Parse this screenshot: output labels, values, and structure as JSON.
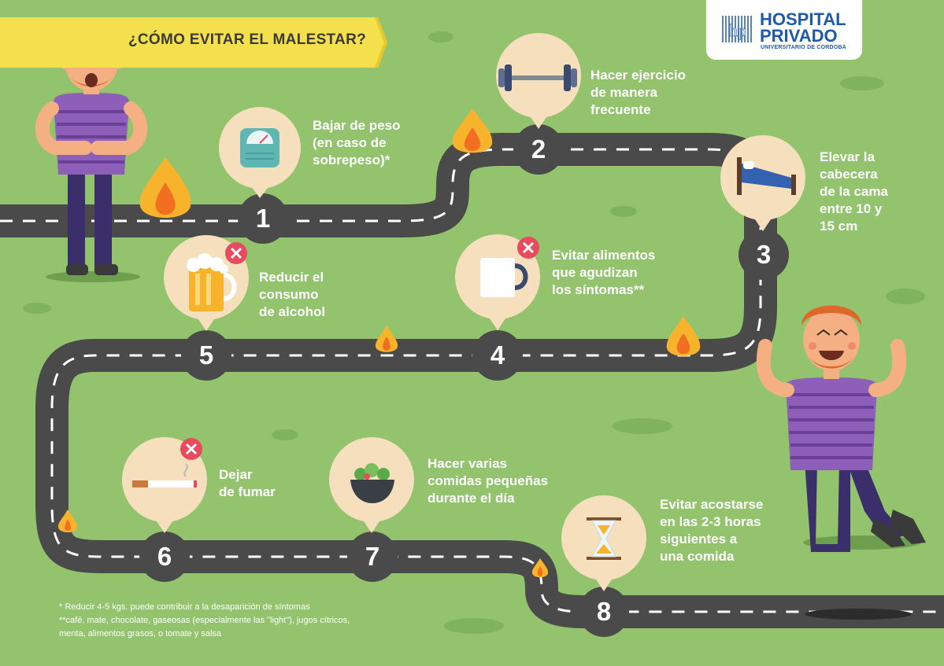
{
  "header": {
    "title": "¿CÓMO EVITAR EL MALESTAR?",
    "banner_color": "#f4e04d"
  },
  "logo": {
    "mark": "hp",
    "line1": "HOSPITAL",
    "line2": "PRIVADO",
    "line3": "UNIVERSITARIO DE CORDOBA",
    "color": "#1d5ba8"
  },
  "colors": {
    "background": "#93c36d",
    "road": "#4a4a4a",
    "bubble": "#f6dfbd",
    "flame": "#f7b32b",
    "cross": "#e84a5f"
  },
  "steps": [
    {
      "number": "1",
      "lines": [
        "Bajar de peso",
        "(en caso de",
        "sobrepeso)*"
      ],
      "icon": "scale-icon"
    },
    {
      "number": "2",
      "lines": [
        "Hacer ejercicio",
        "de manera",
        "frecuente"
      ],
      "icon": "dumbbell-icon"
    },
    {
      "number": "3",
      "lines": [
        "Elevar la",
        "cabecera",
        "de la cama",
        "entre 10 y",
        "15 cm"
      ],
      "icon": "bed-icon"
    },
    {
      "number": "4",
      "lines": [
        "Evitar alimentos",
        "que agudizan",
        "los síntomas**"
      ],
      "icon": "mug-icon"
    },
    {
      "number": "5",
      "lines": [
        "Reducir el",
        "consumo",
        "de alcohol"
      ],
      "icon": "beer-icon"
    },
    {
      "number": "6",
      "lines": [
        "Dejar",
        "de fumar"
      ],
      "icon": "cigarette-icon"
    },
    {
      "number": "7",
      "lines": [
        "Hacer varias",
        "comidas pequeñas",
        "durante el día"
      ],
      "icon": "salad-bowl-icon"
    },
    {
      "number": "8",
      "lines": [
        "Evitar acostarse",
        "en las 2-3 horas",
        "siguientes a",
        "una comida"
      ],
      "icon": "hourglass-icon"
    }
  ],
  "footnotes": [
    "* Reducir 4-5 kgs. puede contribuir a la desaparición de síntomas",
    "**café, mate, chocolate, gaseosas (especialmente las \"light\"), jugos cítricos,",
    "menta, alimentos grasos, o tomate y salsa"
  ]
}
